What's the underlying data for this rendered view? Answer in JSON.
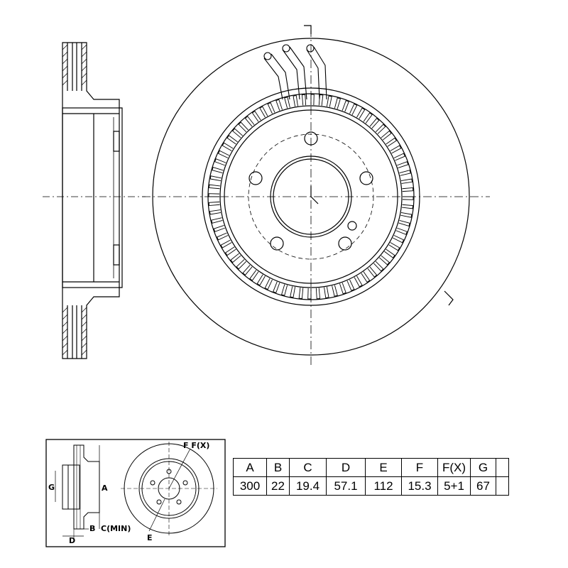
{
  "key_diagram": {
    "label_f_fx": "F F(X)",
    "label_g": "G",
    "label_a": "A",
    "label_b": "B",
    "label_c_min": "C(MIN)",
    "label_d": "D",
    "label_e": "E"
  },
  "spec_table": {
    "headers": [
      "A",
      "B",
      "C",
      "D",
      "E",
      "F",
      "F(X)",
      "G",
      ""
    ],
    "values": [
      "300",
      "22",
      "19.4",
      "57.1",
      "112",
      "15.3",
      "5+1",
      "67",
      ""
    ]
  }
}
